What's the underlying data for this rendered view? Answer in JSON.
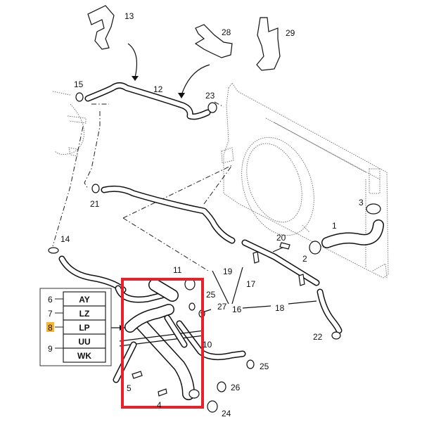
{
  "diagram": {
    "title": "Cooling system hoses and pipes exploded view",
    "colors": {
      "highlight_box": "#e8202a",
      "highlight_callout": "#f5b537",
      "ink": "#111111"
    },
    "callouts": [
      {
        "id": "c13",
        "label": "13"
      },
      {
        "id": "c28",
        "label": "28"
      },
      {
        "id": "c29",
        "label": "29"
      },
      {
        "id": "c15",
        "label": "15"
      },
      {
        "id": "c12",
        "label": "12"
      },
      {
        "id": "c23",
        "label": "23"
      },
      {
        "id": "c21",
        "label": "21"
      },
      {
        "id": "c3",
        "label": "3"
      },
      {
        "id": "c1",
        "label": "1"
      },
      {
        "id": "c20",
        "label": "20"
      },
      {
        "id": "c2",
        "label": "2"
      },
      {
        "id": "c14",
        "label": "14"
      },
      {
        "id": "c11",
        "label": "11"
      },
      {
        "id": "c19",
        "label": "19"
      },
      {
        "id": "c17",
        "label": "17"
      },
      {
        "id": "c25a",
        "label": "25"
      },
      {
        "id": "c27",
        "label": "27"
      },
      {
        "id": "c16",
        "label": "16"
      },
      {
        "id": "c18",
        "label": "18"
      },
      {
        "id": "c22",
        "label": "22"
      },
      {
        "id": "c10",
        "label": "10"
      },
      {
        "id": "c25b",
        "label": "25"
      },
      {
        "id": "c26",
        "label": "26"
      },
      {
        "id": "c5",
        "label": "5"
      },
      {
        "id": "c4",
        "label": "4"
      },
      {
        "id": "c24",
        "label": "24"
      }
    ],
    "legend": {
      "rows": [
        {
          "number": "6",
          "code": "AY",
          "highlighted": false
        },
        {
          "number": "7",
          "code": "LZ",
          "highlighted": false
        },
        {
          "number": "8",
          "code": "LP",
          "highlighted": true
        },
        {
          "number": "",
          "code": "UU",
          "highlighted": false
        },
        {
          "number": "9",
          "code": "WK",
          "highlighted": false
        }
      ]
    }
  }
}
